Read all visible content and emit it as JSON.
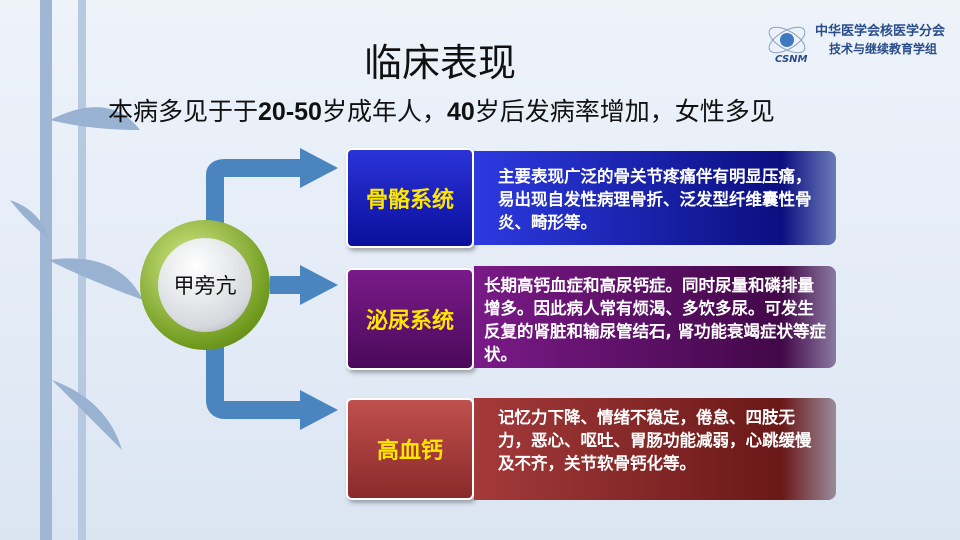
{
  "title": "临床表现",
  "subtitle": {
    "a": "本病多见于于",
    "b": "20-50",
    "c": "岁成年人，",
    "d": "40",
    "e": "岁后发病率增加，女性多见"
  },
  "logo": {
    "line1": "中华医学会核医学分会",
    "line2": "技术与继续教育学组",
    "mark": "CSNM"
  },
  "center": "甲旁亢",
  "items": [
    {
      "label": "骨骼系统",
      "text": "主要表现广泛的骨关节疼痛伴有明显压痛，易出现自发性病理骨折、泛发型纤维囊性骨炎、畸形等。"
    },
    {
      "label": "泌尿系统",
      "text": "长期高钙血症和高尿钙症。同时尿量和磷排量增多。因此病人常有烦渴、多饮多尿。可发生反复的肾脏和输尿管结石, 肾功能衰竭症状等症状。"
    },
    {
      "label": "高血钙",
      "text": "记忆力下降、情绪不稳定，倦怠、四肢无力，恶心、呕吐、胃肠功能减弱，心跳缓慢及不齐，关节软骨钙化等。"
    }
  ]
}
